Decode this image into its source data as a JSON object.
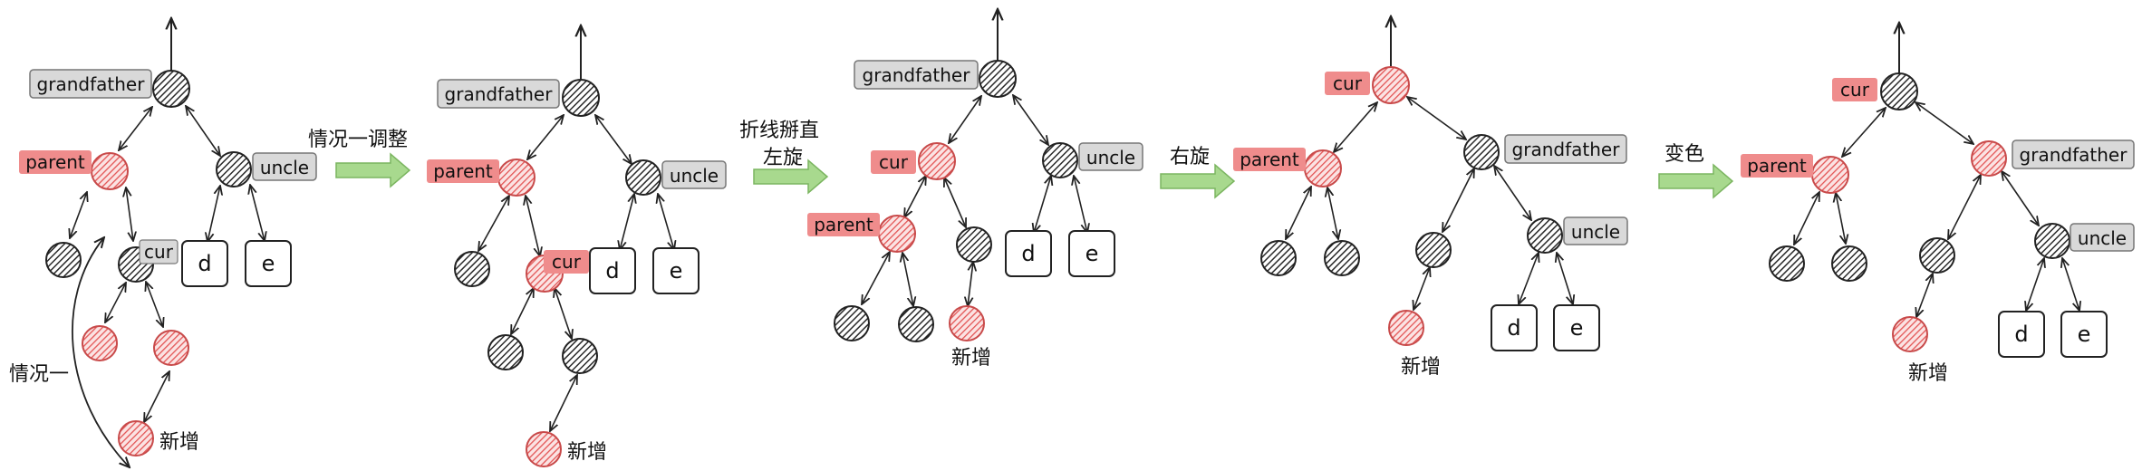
{
  "colors": {
    "black_node": "#3a3a3a",
    "red_node": "#e35454",
    "red_label_bg": "#ef8c8c",
    "gray_label_bg": "#d9d9d9",
    "arrow_green": "#a8d98e",
    "line": "#222222"
  },
  "labels": {
    "grandfather": "grandfather",
    "parent": "parent",
    "uncle": "uncle",
    "cur": "cur",
    "d": "d",
    "e": "e",
    "new_node": "新增"
  },
  "steps": {
    "case_one": "情况一",
    "case_one_adjust": "情况一调整",
    "fold_line_1": "折线掰直",
    "fold_line_2": "左旋",
    "rotate_right": "右旋",
    "recolor": "变色"
  }
}
